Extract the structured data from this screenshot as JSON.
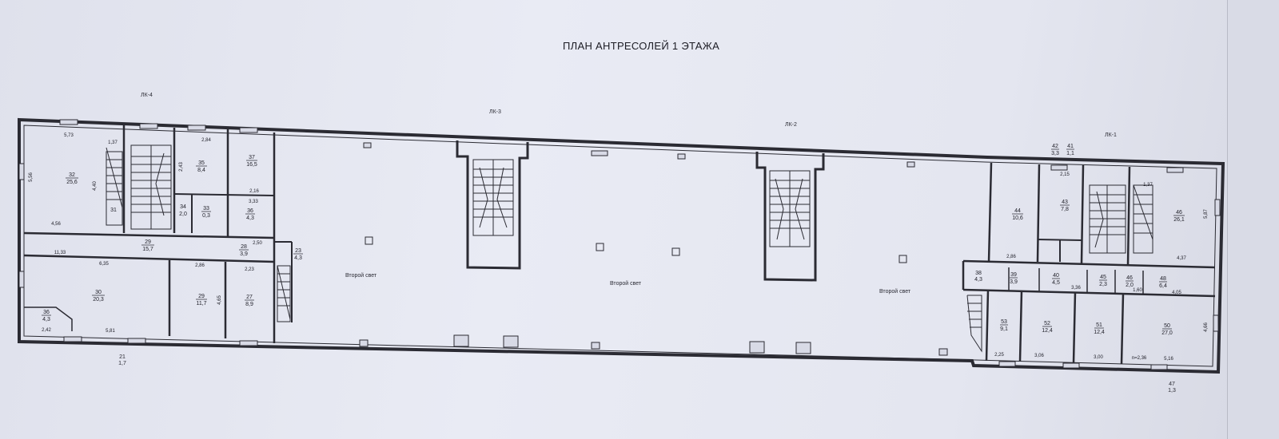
{
  "plan": {
    "title": "ПЛАН  АНТРЕСОЛЕЙ 1 ЭТАЖА",
    "stairs": [
      "ЛК-4",
      "ЛК-3",
      "ЛК-2",
      "ЛК-1"
    ],
    "light_wells": [
      "Второй свет",
      "Второй свет",
      "Второй свет"
    ],
    "outside": [
      {
        "num": "21",
        "area": "1,7"
      },
      {
        "num": "47",
        "area": "1,3"
      }
    ],
    "rooms": [
      {
        "num": "32",
        "area": "25,6"
      },
      {
        "num": "35",
        "area": "8,4"
      },
      {
        "num": "37",
        "area": "16,5"
      },
      {
        "num": "34",
        "area": "2,0"
      },
      {
        "num": "33",
        "area": "0,3"
      },
      {
        "num": "36",
        "area": "4,3"
      },
      {
        "num": "31",
        "area": ""
      },
      {
        "num": "29",
        "area": "15,7"
      },
      {
        "num": "28",
        "area": "3,9"
      },
      {
        "num": "23",
        "area": "4,3"
      },
      {
        "num": "30",
        "area": "20,3"
      },
      {
        "num": "36",
        "area": "4,3"
      },
      {
        "num": "29",
        "area": "11,7"
      },
      {
        "num": "27",
        "area": "8,9"
      },
      {
        "num": "44",
        "area": "10,6"
      },
      {
        "num": "43",
        "area": "7,8"
      },
      {
        "num": "46",
        "area": "26,1"
      },
      {
        "num": "42",
        "area": "3,3"
      },
      {
        "num": "41",
        "area": "1,1"
      },
      {
        "num": "38",
        "area": "4,3"
      },
      {
        "num": "39",
        "area": "3,9"
      },
      {
        "num": "40",
        "area": "4,5"
      },
      {
        "num": "45",
        "area": "2,3"
      },
      {
        "num": "46",
        "area": "2,0"
      },
      {
        "num": "48",
        "area": "6,4"
      },
      {
        "num": "53",
        "area": "9,1"
      },
      {
        "num": "52",
        "area": "12,4"
      },
      {
        "num": "51",
        "area": "12,4"
      },
      {
        "num": "50",
        "area": "27,0"
      }
    ],
    "dimensions": [
      "5,73",
      "1,37",
      "4,40",
      "5,56",
      "4,56",
      "2,84",
      "2,43",
      "2,16",
      "3,33",
      "11,33",
      "6,35",
      "2,86",
      "2,23",
      "2,50",
      "5,81",
      "2,42",
      "4,65",
      "2,15",
      "1,37",
      "4,37",
      "5,87",
      "2,86",
      "3,36",
      "4,05",
      "1,60",
      "2,25",
      "3,06",
      "3,00",
      "5,16",
      "n=2,36",
      "4,66"
    ]
  }
}
